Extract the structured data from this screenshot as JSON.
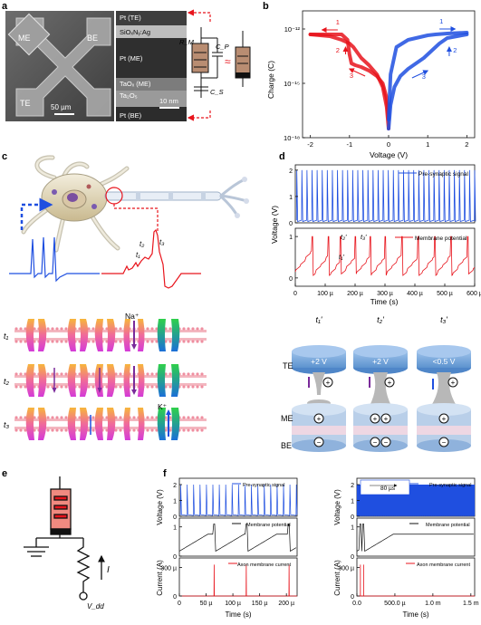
{
  "panels": {
    "a": "a",
    "b": "b",
    "c": "c",
    "d": "d",
    "e": "e",
    "f": "f"
  },
  "panel_a": {
    "sem_labels": [
      "ME",
      "BE",
      "TE"
    ],
    "scalebar_left": "50 µm",
    "tem_labels": [
      "Pt (TE)",
      "SiOₓNᵧ:Ag",
      "Pt (ME)",
      "TaOₓ (ME)",
      "Ta₂O₅",
      "Pt (BE)"
    ],
    "scalebar_right": "10 nm",
    "circuit": {
      "rm": "R_M",
      "cp": "C_P",
      "cs": "C_S",
      "approx": "≈"
    }
  },
  "chart_data": [
    {
      "type": "line",
      "panel": "b",
      "xlabel": "Voltage (V)",
      "ylabel": "Charge (C)",
      "xlim": [
        -2.2,
        2.2
      ],
      "ylim_log10": [
        -18,
        -11
      ],
      "log_y": true,
      "xticks": [
        "-2",
        "-1",
        "0",
        "1",
        "2"
      ],
      "yticks": [
        "10⁻¹⁸",
        "10⁻¹⁵",
        "10⁻¹²"
      ],
      "colors": {
        "red": "#e8141c",
        "blue": "#1f4fe0"
      },
      "arrow_labels": [
        "1",
        "2",
        "3",
        "1",
        "2",
        "3"
      ],
      "series": [
        {
          "color": "red",
          "x": [
            -2.0,
            -1.5,
            -1.2,
            -1.0,
            -0.9,
            -0.7,
            -0.5,
            -0.3,
            -0.15,
            -0.05,
            0.0
          ],
          "log_y": [
            -12.3,
            -12.4,
            -12.6,
            -12.8,
            -13.0,
            -13.6,
            -14.0,
            -14.5,
            -15.2,
            -16.3,
            -17.5
          ]
        },
        {
          "color": "red",
          "x": [
            0.0,
            -0.05,
            -0.15,
            -0.3,
            -0.5,
            -0.7,
            -0.85,
            -0.95,
            -1.0,
            -1.05,
            -1.2,
            -1.5,
            -2.0
          ],
          "log_y": [
            -17.0,
            -15.8,
            -15.0,
            -14.6,
            -14.3,
            -14.1,
            -14.0,
            -13.9,
            -13.4,
            -12.6,
            -12.3,
            -12.3,
            -12.3
          ]
        },
        {
          "color": "blue",
          "x": [
            0.0,
            0.05,
            0.15,
            0.3,
            0.5,
            0.7,
            0.9,
            1.1,
            1.3,
            1.5,
            2.0
          ],
          "log_y": [
            -17.5,
            -16.2,
            -15.2,
            -14.6,
            -14.2,
            -13.9,
            -13.6,
            -13.2,
            -12.8,
            -12.5,
            -12.3
          ]
        },
        {
          "color": "blue",
          "x": [
            2.0,
            1.5,
            1.2,
            1.0,
            0.5,
            0.2,
            0.05,
            0.0
          ],
          "log_y": [
            -12.2,
            -12.25,
            -12.3,
            -12.35,
            -12.6,
            -13.0,
            -14.5,
            -17.0
          ]
        }
      ]
    },
    {
      "type": "line",
      "panel": "d",
      "xlabel": "Time (s)",
      "ylabel": "Voltage (V)",
      "xticks": [
        "0",
        "100 µ",
        "200 µ",
        "300 µ",
        "400 µ",
        "500 µ",
        "600 µ"
      ],
      "xlim": [
        0,
        600
      ],
      "top_yticks": [
        "0",
        "1",
        "2"
      ],
      "bottom_yticks": [
        "0",
        "1"
      ],
      "series": [
        {
          "name": "Pre-synaptic signal",
          "color": "#1f4fe0"
        },
        {
          "name": "Membrane potential",
          "color": "#e8141c"
        }
      ],
      "annotations": [
        "t₁'",
        "t₂'",
        "t₃'"
      ]
    },
    {
      "type": "line",
      "panel": "f-left",
      "xlabel": "Time (s)",
      "xticks": [
        "0",
        "50 µ",
        "100 µ",
        "150 µ",
        "200 µ"
      ],
      "ylabel_top": "Voltage (V)",
      "ylabel_bottom": "Current (A)",
      "voltage_yticks": [
        "0",
        "1",
        "2"
      ],
      "current_yticks": [
        "0",
        "300 µ"
      ],
      "series": [
        {
          "name": "Pre-synaptic signal",
          "color": "#1f4fe0"
        },
        {
          "name": "Membrane potential",
          "color": "#111111"
        },
        {
          "name": "Axon membrane current",
          "color": "#e8141c"
        }
      ]
    },
    {
      "type": "line",
      "panel": "f-right",
      "xlabel": "Time (s)",
      "xticks": [
        "0.0",
        "500.0 µ",
        "1.0 m",
        "1.5 m"
      ],
      "ylabel_top": "Voltage (V)",
      "ylabel_bottom": "Current (A)",
      "voltage_yticks": [
        "0",
        "1",
        "2"
      ],
      "current_yticks": [
        "0",
        "300 µ"
      ],
      "inset_label": "80 µs",
      "series": [
        {
          "name": "Pre-synaptic signal",
          "color": "#1f4fe0"
        },
        {
          "name": "Membrane potential",
          "color": "#111111"
        },
        {
          "name": "Axon membrane current",
          "color": "#e8141c"
        }
      ]
    }
  ],
  "panel_c": {
    "times": [
      "t₁",
      "t₂",
      "t₃"
    ],
    "ap_labels": [
      "t₁",
      "t₂",
      "t₃"
    ],
    "ions": [
      "Na⁺",
      "K⁺"
    ]
  },
  "panel_d_lower": {
    "titles": [
      "t₁'",
      "t₂'",
      "t₃'"
    ],
    "voltages": [
      "+2 V",
      "+2 V",
      "<0.5 V"
    ],
    "layer_labels": [
      "TE",
      "ME",
      "BE"
    ]
  },
  "panel_e": {
    "current_label": "I",
    "vdd_label": "V_dd"
  }
}
